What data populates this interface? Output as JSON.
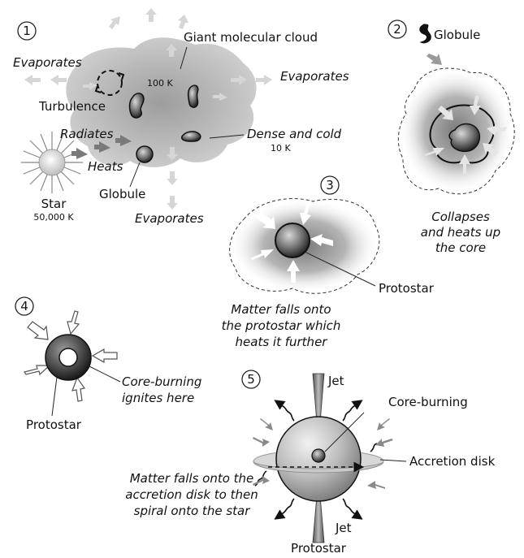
{
  "steps": [
    "1",
    "2",
    "3",
    "4",
    "5"
  ],
  "panel1": {
    "giant_cloud": "Giant molecular cloud",
    "cloud_temp": "100 K",
    "evaporates": "Evaporates",
    "turbulence": "Turbulence",
    "radiates": "Radiates",
    "heats": "Heats",
    "dense_cold": "Dense and cold",
    "dense_temp": "10 K",
    "globule": "Globule",
    "star": "Star",
    "star_temp": "50,000 K"
  },
  "panel2": {
    "globule": "Globule",
    "caption": [
      "Collapses",
      "and heats up",
      "the core"
    ]
  },
  "panel3": {
    "protostar": "Protostar",
    "caption": [
      "Matter falls onto",
      "the protostar which",
      "heats it further"
    ]
  },
  "panel4": {
    "caption": [
      "Core-burning",
      "ignites here"
    ],
    "protostar": "Protostar"
  },
  "panel5": {
    "jet": "Jet",
    "core_burning": "Core-burning",
    "accretion_disk": "Accretion disk",
    "caption": [
      "Matter falls onto the",
      "accretion disk to then",
      "spiral onto the star"
    ],
    "protostar": "Protostar"
  }
}
